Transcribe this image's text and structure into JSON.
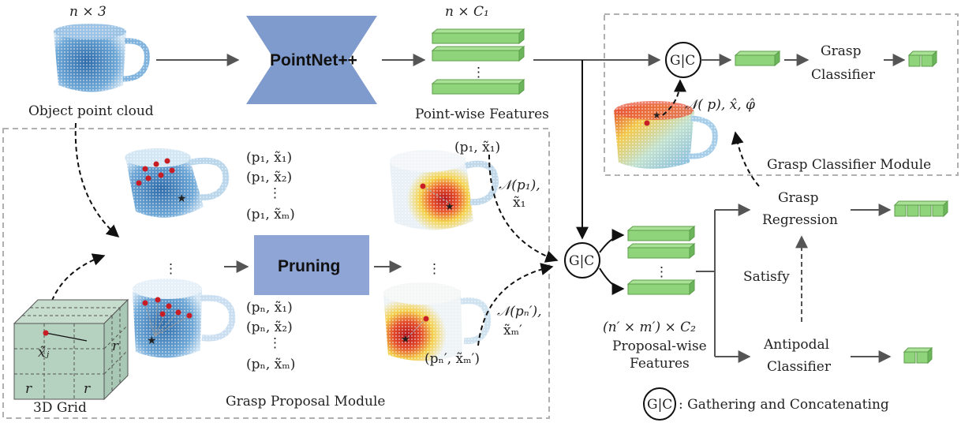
{
  "labels": {
    "n3": "n × 3",
    "object_point_cloud": "Object point cloud",
    "pointnet": "PointNet++",
    "nC1": "n × C₁",
    "pointwise_features": "Point-wise Features",
    "grasp_classifier_line1": "Grasp",
    "grasp_classifier_line2": "Classifier",
    "nx_p_xhat_phihat": "𝒩( p), x̂, φ̂",
    "grasp_classifier_module": "Grasp Classifier Module",
    "grasp_regression_line1": "Grasp",
    "grasp_regression_line2": "Regression",
    "satisfy": "Satisfy",
    "antipodal_line1": "Antipodal",
    "antipodal_line2": "Classifier",
    "nm_C2": "(n′ × m′) × C₂",
    "proposal_wise_line1": "Proposal-wise",
    "proposal_wise_line2": "Features",
    "gc_legend": ": Gathering and Concatenating",
    "gc": "G|C",
    "pruning": "Pruning",
    "grasp_proposal_module": "Grasp Proposal Module",
    "grid_3d": "3D Grid",
    "grid_r": "r",
    "grid_xj": "x̃ⱼ",
    "p1x1": "(p₁, x̃₁)",
    "p1x2": "(p₁, x̃₂)",
    "p1xm": "(p₁, x̃ₘ)",
    "pnx1": "(pₙ, x̃₁)",
    "pnx2": "(pₙ, x̃₂)",
    "pnxm": "(pₙ, x̃ₘ)",
    "vdots": "⋮",
    "top_pair": "(p₁, x̃₁)",
    "np1_a": "𝒩(p₁),",
    "np1_b": "x̃₁",
    "npn_a": "𝒩(pₙ′),",
    "npn_b": "x̃ₘ′",
    "bottom_pair": "(pₙ′, x̃ₘ′)"
  },
  "colors": {
    "pointnet_fill": "#7f9acc",
    "pruning_fill": "#8ea5d6",
    "feature_green": "#8fd47a",
    "feature_green_dark": "#5c9e4a",
    "cup_blue": "#3d7fb8",
    "heat_red": "#c81d25",
    "heat_yellow": "#f2d34a",
    "dashed_border": "#b0b0b0",
    "arrow": "#555555"
  }
}
